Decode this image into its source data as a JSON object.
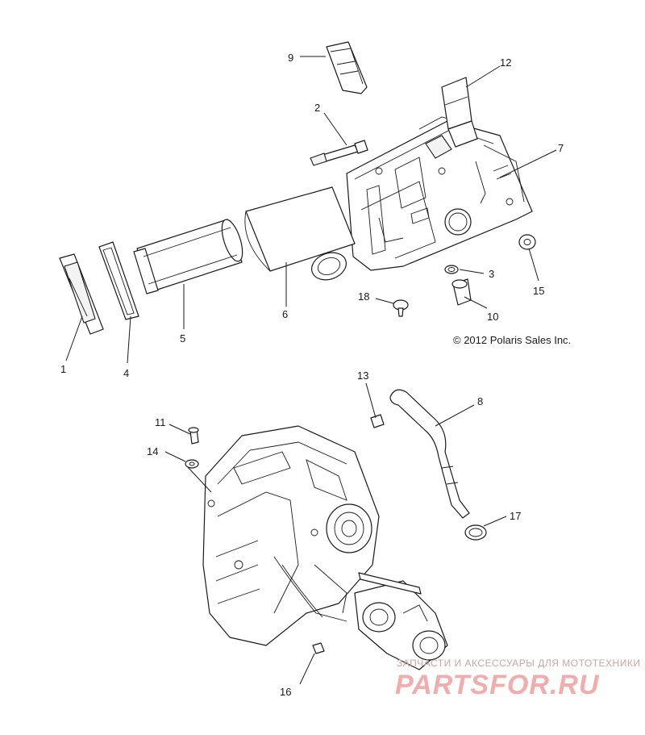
{
  "callouts": {
    "c1": "1",
    "c2": "2",
    "c3": "3",
    "c4": "4",
    "c5": "5",
    "c6": "6",
    "c7": "7",
    "c8": "8",
    "c9": "9",
    "c10": "10",
    "c11": "11",
    "c12": "12",
    "c13": "13",
    "c14": "14",
    "c15": "15",
    "c16": "16",
    "c17": "17",
    "c18": "18"
  },
  "copyright": "© 2012 Polaris Sales Inc.",
  "watermark": {
    "tagline": "ЗАПЧАСТИ И АКСЕССУАРЫ ДЛЯ МОТОТЕХНИКИ",
    "logo": "PARTSFOR.RU",
    "color": "#e04646"
  },
  "colors": {
    "line": "#1a1a1a",
    "background": "#ffffff"
  }
}
